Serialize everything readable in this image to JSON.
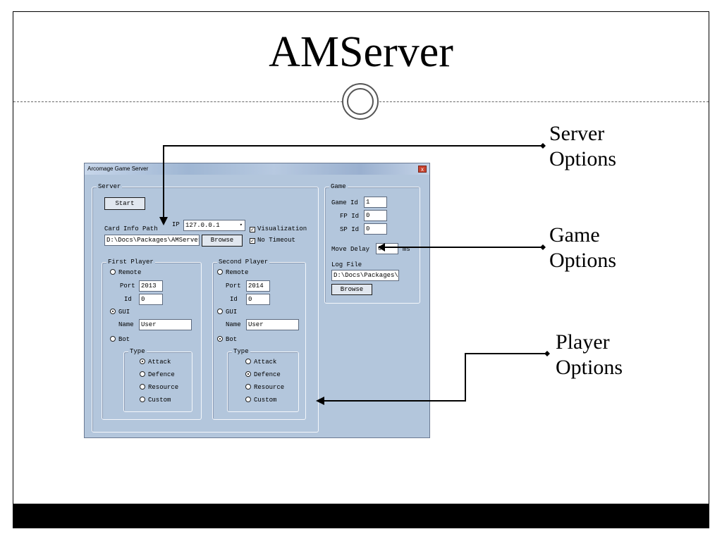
{
  "slide": {
    "title": "AMServer",
    "callouts": {
      "server": [
        "Server",
        "Options"
      ],
      "game": [
        "Game",
        "Options"
      ],
      "player": [
        "Player",
        "Options"
      ]
    }
  },
  "window": {
    "title": "Arcomage Game Server",
    "close_glyph": "x",
    "server": {
      "group_label": "Server",
      "start_label": "Start",
      "card_info_label": "Card Info Path",
      "card_info_value": "D:\\Docs\\Packages\\AMServer\\",
      "ip_label": "IP",
      "ip_value": "127.0.0.1",
      "visualization_label": "Visualization",
      "visualization_checked": true,
      "no_timeout_label": "No Timeout",
      "no_timeout_checked": true,
      "browse_label": "Browse"
    },
    "first_player": {
      "group_label": "First Player",
      "remote_label": "Remote",
      "port_label": "Port",
      "port_value": "2013",
      "id_label": "Id",
      "id_value": "0",
      "gui_label": "GUI",
      "name_label": "Name",
      "name_value": "User",
      "bot_label": "Bot",
      "selected": "GUI",
      "type_label": "Type",
      "types": [
        "Attack",
        "Defence",
        "Resource",
        "Custom"
      ],
      "selected_type": "Attack"
    },
    "second_player": {
      "group_label": "Second Player",
      "remote_label": "Remote",
      "port_label": "Port",
      "port_value": "2014",
      "id_label": "Id",
      "id_value": "0",
      "gui_label": "GUI",
      "name_label": "Name",
      "name_value": "User",
      "bot_label": "Bot",
      "selected": "Bot",
      "type_label": "Type",
      "types": [
        "Attack",
        "Defence",
        "Resource",
        "Custom"
      ],
      "selected_type": "Defence"
    },
    "game": {
      "group_label": "Game",
      "game_id_label": "Game Id",
      "game_id_value": "1",
      "fp_id_label": "FP Id",
      "fp_id_value": "0",
      "sp_id_label": "SP Id",
      "sp_id_value": "0",
      "move_delay_label": "Move Delay",
      "move_delay_value": "0",
      "move_delay_unit": "ms",
      "log_file_label": "Log File",
      "log_file_value": "D:\\Docs\\Packages\\",
      "browse_label": "Browse"
    }
  }
}
